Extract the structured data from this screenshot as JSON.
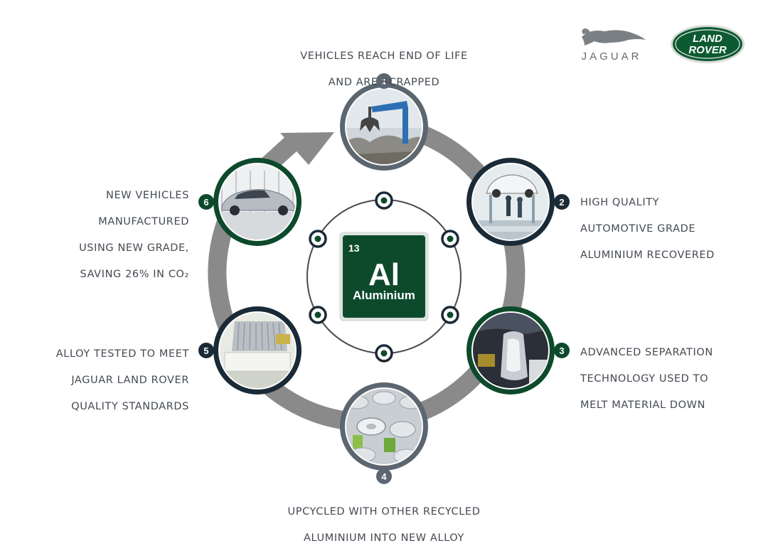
{
  "steps": [
    {
      "number": "1",
      "lines": [
        "VEHICLES REACH END OF LIFE",
        "AND ARE SCRAPPED"
      ]
    },
    {
      "number": "2",
      "lines": [
        "HIGH QUALITY",
        "AUTOMOTIVE GRADE",
        "ALUMINIUM RECOVERED"
      ]
    },
    {
      "number": "3",
      "lines": [
        "ADVANCED SEPARATION",
        "TECHNOLOGY USED TO",
        "MELT MATERIAL DOWN"
      ]
    },
    {
      "number": "4",
      "lines": [
        "UPCYCLED WITH OTHER RECYCLED",
        "ALUMINIUM INTO NEW ALLOY"
      ]
    },
    {
      "number": "5",
      "lines": [
        "ALLOY TESTED TO MEET",
        "JAGUAR LAND ROVER",
        "QUALITY STANDARDS"
      ]
    },
    {
      "number": "6",
      "lines": [
        "NEW VEHICLES",
        "MANUFACTURED",
        "USING NEW GRADE,",
        "SAVING 26% IN CO₂"
      ]
    }
  ],
  "element": {
    "atomic_number": "13",
    "symbol": "Al",
    "name": "Aluminium"
  },
  "brands": {
    "jaguar": "JAGUAR",
    "land_rover_line1": "LAND",
    "land_rover_line2": "ROVER"
  },
  "colors": {
    "dark_green": "#0d4a2b",
    "navy": "#1a2a36",
    "slate": "#5c6670",
    "arrow_grey": "#8a8a8a"
  }
}
